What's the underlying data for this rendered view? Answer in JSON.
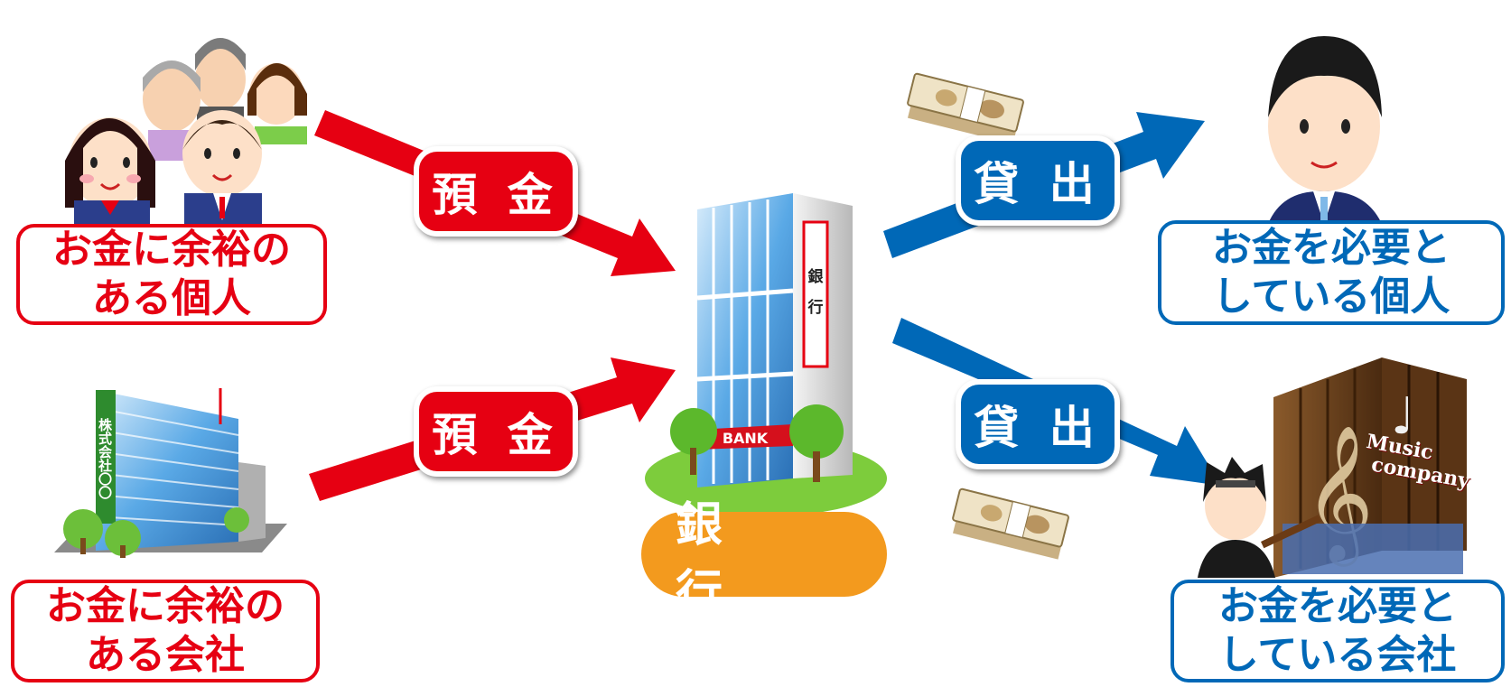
{
  "depositors": {
    "individual": [
      "お金に余裕の",
      "ある個人"
    ],
    "company": [
      "お金に余裕の",
      "ある会社"
    ],
    "company_sign": "株式会社〇〇"
  },
  "borrowers": {
    "individual": [
      "お金を必要と",
      "している個人"
    ],
    "company": [
      "お金を必要と",
      "している会社"
    ],
    "company_sign": [
      "Music",
      "company"
    ]
  },
  "arrows": {
    "deposit_label": "預 金",
    "loan_label": "貸 出"
  },
  "bank": {
    "label": "銀 行",
    "sign_banner": "BANK",
    "vertical_sign": [
      "銀",
      "行"
    ]
  },
  "colors": {
    "deposit": "#e60012",
    "loan": "#0068b7",
    "bank": "#f39a1e"
  }
}
